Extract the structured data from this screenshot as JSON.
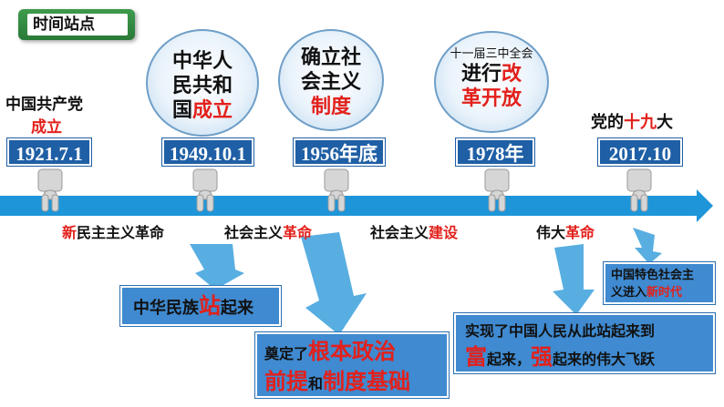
{
  "header": {
    "title": "时间站点"
  },
  "milestones": [
    {
      "label_a": "中国共产党",
      "label_b": "成立",
      "date": "1921.7.1"
    },
    {
      "line1": "中华人",
      "line2": "民共和",
      "line3a": "国",
      "line3b": "成立",
      "date": "1949.10.1"
    },
    {
      "line1": "确立社",
      "line2": "会主义",
      "line3": "制度",
      "date": "1956年底"
    },
    {
      "line0": "十一届三中全会",
      "line1a": "进行",
      "line1b": "改",
      "line2": "革开放",
      "date": "1978年"
    },
    {
      "label_a": "党的",
      "label_b": "十九",
      "label_c": "大",
      "date": "2017.10"
    }
  ],
  "stages": [
    {
      "a": "新",
      "b": "民主主义革命"
    },
    {
      "a": "社会主义",
      "b": "革命"
    },
    {
      "a": "社会主义",
      "b": "建设"
    },
    {
      "a": "伟大",
      "b": "革命"
    }
  ],
  "results": {
    "r1": {
      "a": "中华民族",
      "b": "站",
      "c": "起来"
    },
    "r2": {
      "a": "奠定了",
      "b": "根本政治",
      "c": "前提",
      "d": "和",
      "e": "制度基础"
    },
    "r3": {
      "a": "实现了中国人民从此站起来到",
      "b": "富",
      "c": "起来，",
      "d": "强",
      "e": "起来的伟大飞跃"
    },
    "r4": {
      "a": "中国特色社会主",
      "b": "义进入",
      "c": "新时代"
    }
  },
  "colors": {
    "accent_red": "#e3201b",
    "timeline_blue": "#1e95d9",
    "box_blue": "#1f5fa5",
    "result_blue": "#3f8ad0"
  }
}
